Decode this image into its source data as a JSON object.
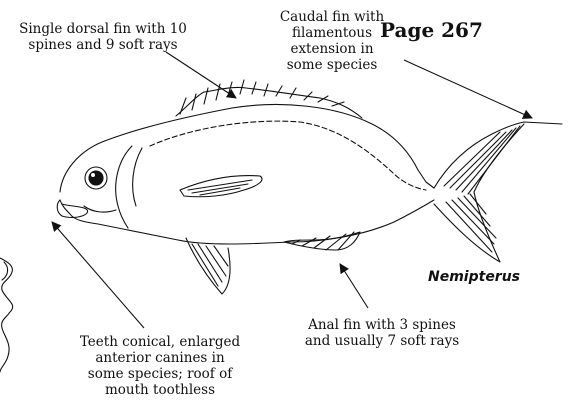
{
  "page": {
    "number_label": "Page 267"
  },
  "figure": {
    "genus_label": "Nemipterus",
    "callouts": {
      "dorsal_fin": "Single dorsal fin with 10\nspines and 9 soft rays",
      "caudal_fin": "Caudal fin with\nfilamentous\nextension in\nsome species",
      "teeth": "Teeth conical, enlarged\nanterior canines in\nsome species; roof of\nmouth toothless",
      "anal_fin": "Anal fin with 3 spines\nand  usually 7 soft rays"
    }
  }
}
